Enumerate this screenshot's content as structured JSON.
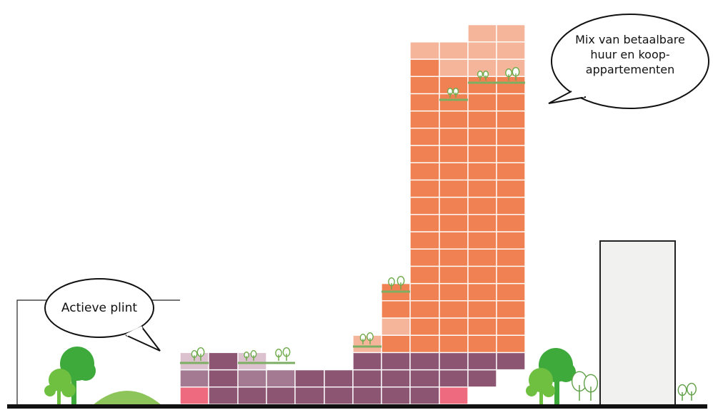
{
  "callouts": {
    "left": {
      "text": "Actieve plint"
    },
    "right": {
      "lines": [
        "Mix van betaalbare",
        "huur en koop-",
        "appartementen"
      ]
    }
  },
  "legend_colors": {
    "plinth_pink": "#ee6b7f",
    "dark_purple": "#8c5673",
    "mid_purple": "#a37a92",
    "light_purple": "#dcc1cf",
    "orange": "#f08152",
    "light_orange": "#f5b59a",
    "green_tree": "#6fc041",
    "dark_green_tree": "#3faa3c",
    "ground": "#111111",
    "neighbour_building": "#f1f1ef"
  }
}
